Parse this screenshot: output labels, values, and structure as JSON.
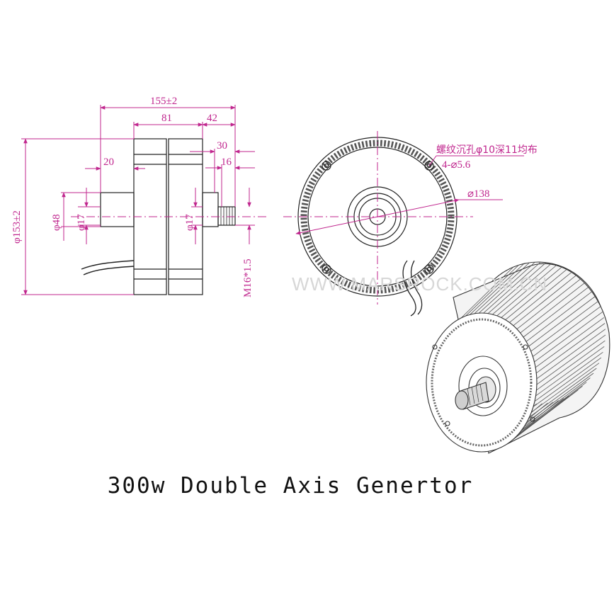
{
  "caption": "300w Double Axis Genertor",
  "watermark": "WWW.MARSROCK.COM.CN",
  "colors": {
    "dimension": "#c0268e",
    "outline": "#222222",
    "watermark": "#d7d7d7"
  },
  "side_view": {
    "overall_length": "155±2",
    "body_length": "81",
    "shaft_length": "42",
    "shaft_30": "30",
    "shaft_16": "16",
    "left_shaft": "20",
    "left_bore": "φ48",
    "left_shaft_dia": "φ17",
    "right_shaft_dia": "φ17",
    "height": "φ153±2",
    "thread": "M16*1.5"
  },
  "front_view": {
    "bolt_note": "螺纹沉孔φ10深11均布",
    "hole_note": "4-⌀5.6",
    "pcd": "⌀138"
  }
}
